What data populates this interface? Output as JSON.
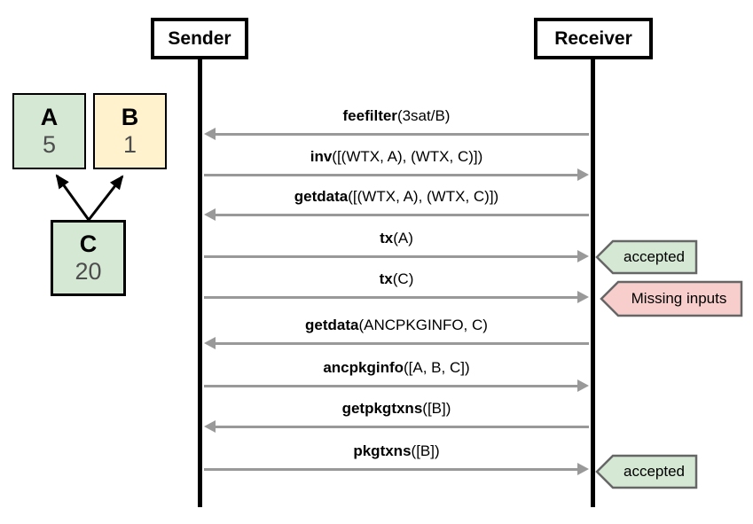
{
  "lifelines": {
    "sender": "Sender",
    "receiver": "Receiver"
  },
  "tx_graph": {
    "nodes": [
      {
        "id": "A",
        "label": "A",
        "value": "5",
        "fill": "#d5e8d4"
      },
      {
        "id": "B",
        "label": "B",
        "value": "1",
        "fill": "#fff2cc"
      },
      {
        "id": "C",
        "label": "C",
        "value": "20",
        "fill": "#d5e8d4"
      }
    ],
    "edges": [
      {
        "from": "C",
        "to": "A"
      },
      {
        "from": "C",
        "to": "B"
      }
    ]
  },
  "messages": [
    {
      "name": "feefilter",
      "args": "(3sat/B)",
      "direction": "to-sender"
    },
    {
      "name": "inv",
      "args": "([(WTX, A), (WTX, C)])",
      "direction": "to-receiver"
    },
    {
      "name": "getdata",
      "args": "([(WTX, A), (WTX, C)])",
      "direction": "to-sender"
    },
    {
      "name": "tx",
      "args": "(A)",
      "direction": "to-receiver",
      "result": "accepted"
    },
    {
      "name": "tx",
      "args": "(C)",
      "direction": "to-receiver",
      "result": "Missing inputs"
    },
    {
      "name": "getdata",
      "args": "(ANCPKGINFO, C)",
      "direction": "to-sender"
    },
    {
      "name": "ancpkginfo",
      "args": "([A, B, C])",
      "direction": "to-receiver"
    },
    {
      "name": "getpkgtxns",
      "args": "([B])",
      "direction": "to-sender"
    },
    {
      "name": "pkgtxns",
      "args": "([B])",
      "direction": "to-receiver",
      "result": "accepted"
    }
  ],
  "annotations": [
    {
      "label": "accepted",
      "status": "success",
      "fill": "#d5e8d4"
    },
    {
      "label": "Missing inputs",
      "status": "error",
      "fill": "#f8cecc"
    },
    {
      "label": "accepted",
      "status": "success",
      "fill": "#d5e8d4"
    }
  ],
  "colors": {
    "node_green": "#d5e8d4",
    "node_yellow": "#fff2cc",
    "tag_error_pink": "#f8cecc",
    "tag_border": "#666666",
    "arrow_gray": "#999999",
    "value_gray": "#4d4d4d",
    "line_black": "#000000"
  }
}
